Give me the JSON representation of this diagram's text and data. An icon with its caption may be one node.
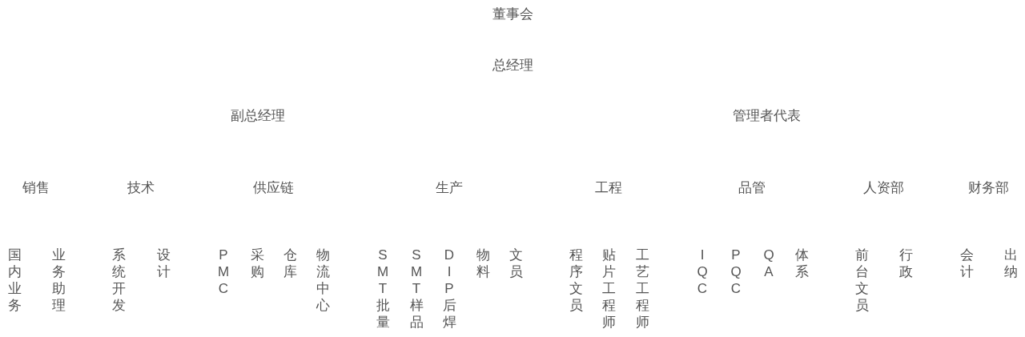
{
  "diagram": {
    "labels": [
      "董事会",
      "总经理",
      "副总经理",
      "管理者代表",
      "销售",
      "技术",
      "供应链",
      "生产",
      "工程",
      "品管",
      "人资部",
      "财务部",
      "国内业务",
      "业务助理",
      "系统开发",
      "设计",
      "PMC",
      "采购",
      "仓库",
      "物流中心",
      "SMT批量",
      "SMT样品",
      "DIP后焊",
      "物料",
      "文员",
      "程序文员",
      "贴片工程师",
      "工艺工程师",
      "IQC",
      "PQC",
      "QA",
      "体系",
      "前台文员",
      "行政",
      "会计",
      "出纳"
    ]
  }
}
